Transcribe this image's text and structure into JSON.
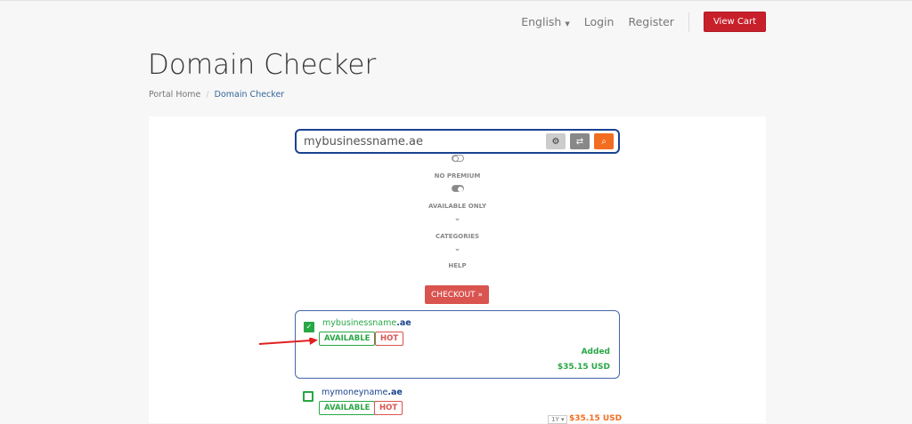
{
  "nav": {
    "language": "English",
    "login": "Login",
    "register": "Register",
    "view_cart": "View Cart"
  },
  "page_title": "Domain Checker",
  "breadcrumb": {
    "home": "Portal Home",
    "separator": "/",
    "current": "Domain Checker"
  },
  "search": {
    "value": "mybusinessname.ae"
  },
  "options": {
    "no_premium": "NO PREMIUM",
    "available_only": "AVAILABLE ONLY",
    "categories": "CATEGORIES",
    "help": "HELP"
  },
  "checkout": "CHECKOUT »",
  "results": [
    {
      "name": "mybusinessname",
      "tld": ".ae",
      "checked": true,
      "status": "AVAILABLE",
      "tag": "HOT",
      "added": "Added",
      "price": "$35.15 USD"
    },
    {
      "name": "mymoneyname",
      "tld": ".ae",
      "checked": false,
      "status": "AVAILABLE",
      "tag": "HOT",
      "period": "1Y",
      "price": "$35.15 USD"
    }
  ],
  "colors": {
    "accent": "#c8202b",
    "available": "#28a745",
    "hot": "#d9534f",
    "search_btn": "#f26d21",
    "price_orange": "#f26d21"
  }
}
